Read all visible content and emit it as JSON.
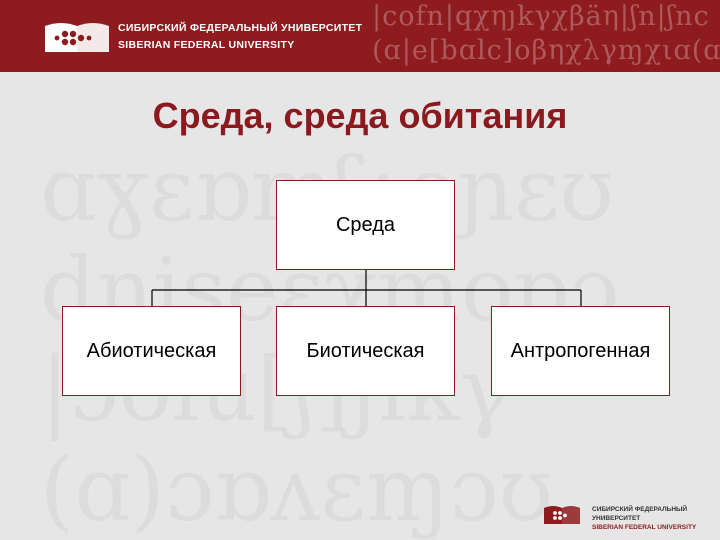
{
  "header": {
    "university_ru": "СИБИРСКИЙ ФЕДЕРАЛЬНЫЙ УНИВЕРСИТЕТ",
    "university_en": "SIBERIAN FEDERAL UNIVERSITY",
    "decor_glyphs_line1": "|cofn|qχηյkγχβäη|ʃn|ʃnc",
    "decor_glyphs_line2": "(ɑ|e[bɑlc]οβηχλγɱχιɑ(ɑ)ɑ"
  },
  "title": "Среда, среда обитания",
  "diagram": {
    "root": "Среда",
    "children": [
      "Абиотическая",
      "Биотическая",
      "Антропогенная"
    ]
  },
  "footer": {
    "university_ru": "СИБИРСКИЙ ФЕДЕРАЛЬНЫЙ УНИВЕРСИТЕТ",
    "university_en": "SIBERIAN FEDERAL UNIVERSITY"
  },
  "colors": {
    "brand": "#8e1b1e",
    "background": "#e6e6e6",
    "node_border": "#8b1a1f"
  },
  "icons": [
    "sfu-logo-icon"
  ]
}
